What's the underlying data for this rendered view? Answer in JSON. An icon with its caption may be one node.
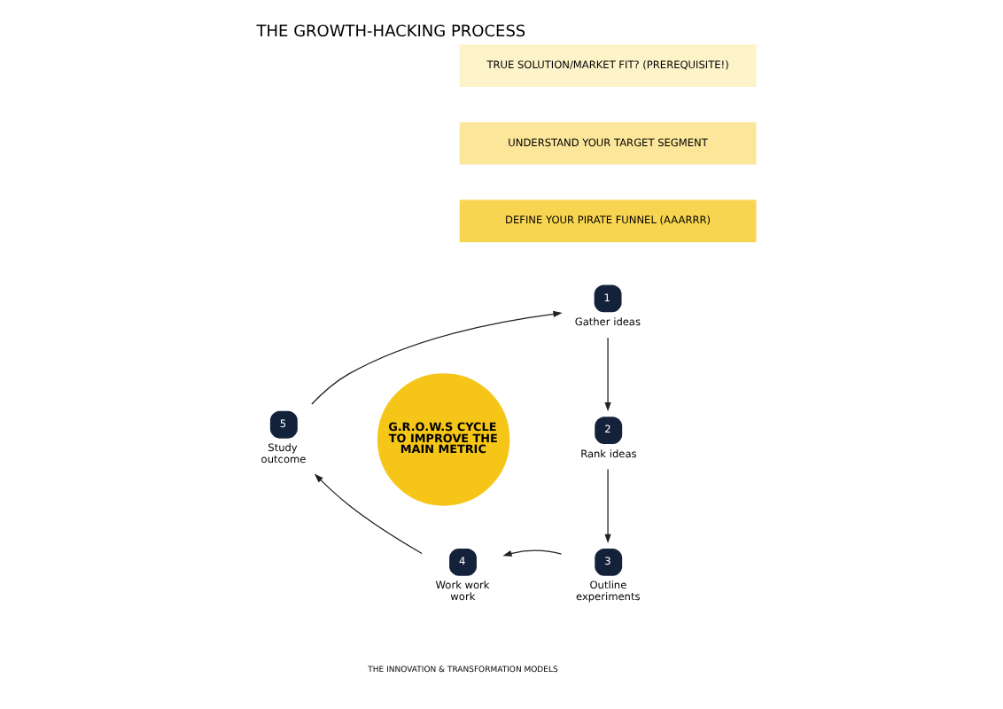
{
  "diagram": {
    "title": "THE GROWTH-HACKING PROCESS",
    "nodes": [
      {
        "text": [
          "TRUE SOLUTION/MARKET FIT? (PREREQUISITE!)"
        ]
      },
      {
        "text": [
          "UNDERSTAND YOUR TARGET SEGMENT"
        ]
      },
      {
        "text": [
          "DEFINE YOUR PIRATE FUNNEL (AAARRR)"
        ]
      },
      {
        "text": [
          "1"
        ],
        "beside": [
          "Gather ideas"
        ]
      },
      {
        "text": [
          "2"
        ],
        "beside": [
          "Rank ideas"
        ]
      },
      {
        "text": [
          "3"
        ],
        "beside": [
          "Outline experiments"
        ]
      },
      {
        "text": [
          "4"
        ],
        "beside": [
          "Work work work"
        ]
      },
      {
        "text": [
          "5"
        ],
        "beside": [
          "Study outcome"
        ]
      },
      {
        "text": [
          "G.R.O.W.S CYCLE TO IMPROVE THE MAIN METRIC"
        ]
      }
    ],
    "edges": [
      {
        "from": 3,
        "to": 4,
        "arrow": "to"
      },
      {
        "from": 4,
        "to": 5,
        "arrow": "to"
      },
      {
        "from": 5,
        "to": 6,
        "arrow": "to"
      },
      {
        "from": 6,
        "to": 7,
        "arrow": "to"
      },
      {
        "from": 7,
        "to": 3,
        "arrow": "to"
      }
    ],
    "labels": [
      "THE INNOVATION & TRANSFORMATION MODELS"
    ]
  }
}
